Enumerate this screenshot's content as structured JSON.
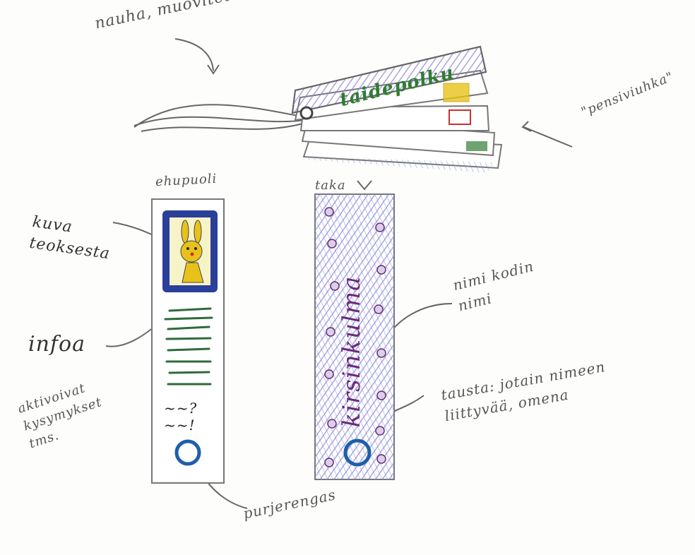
{
  "annotations": {
    "top_note": "nauha, muovitettu narun, pallokehju...",
    "fan_note": "\"pensiviuhka\"",
    "front_label": "ehupuoli",
    "back_label": "taka",
    "image_note": "kuva teoksesta",
    "info_note": "infoa",
    "activity_note": "aktivoivat kysymykset tms.",
    "grommet_note": "purjerengas",
    "home_name_note": "nimi kodin nimi",
    "background_note": "tausta: jotain nimeen liittyvää, omena"
  },
  "bookmark_brand": "taidepolku",
  "back_title": "kirsinkulma",
  "question_marks": "~~?\n~~!",
  "colors": {
    "pencil": "#555555",
    "brand_green": "#2f7d32",
    "scribble_purple": "#8a7fd6",
    "title_purple": "#6a2a7a",
    "frame_blue": "#2a3f9a",
    "bunny_yellow": "#e8c21a",
    "info_green": "#2e6b3a",
    "ring_blue": "#1e5fa8"
  },
  "icons": [
    "bunny-portrait-icon",
    "grommet-ring-icon",
    "apple-icon",
    "arrow-icon"
  ]
}
